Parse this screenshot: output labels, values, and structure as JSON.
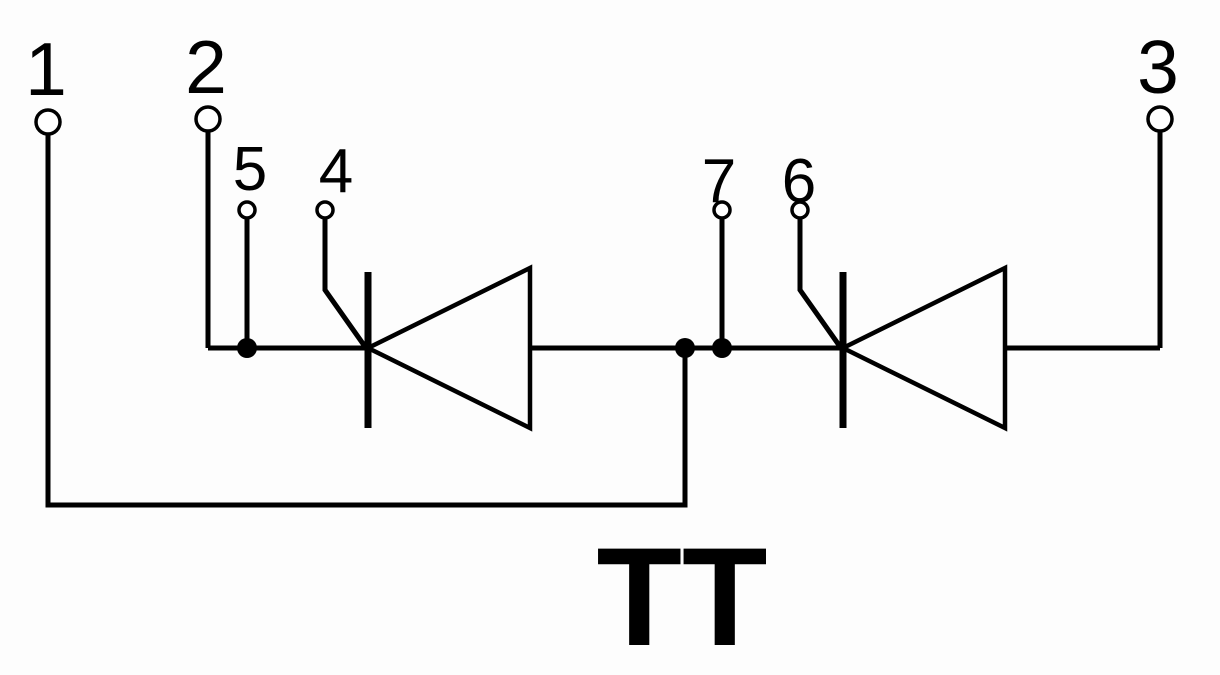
{
  "diagram": {
    "title": "TT",
    "colors": {
      "line": "#000000",
      "background": "#fdfdfd"
    },
    "terminals": {
      "t1": "1",
      "t2": "2",
      "t3": "3",
      "t4": "4",
      "t5": "5",
      "t6": "6",
      "t7": "7"
    }
  }
}
